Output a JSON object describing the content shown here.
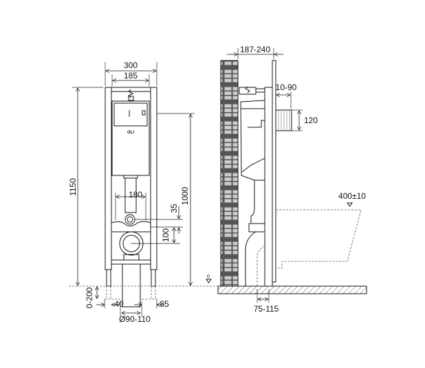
{
  "front_view": {
    "logo": "OLI",
    "dims": {
      "width_outer": "300",
      "width_inner": "185",
      "height_total": "1150",
      "height_flush": "1000",
      "outlet_width": "180",
      "outlet_offset": "35",
      "bolt_offset": "100",
      "leg_adjust": "0-200",
      "leg_left": "40",
      "leg_right": "85",
      "drain_diameter": "Ø90-110"
    }
  },
  "side_view": {
    "floor_level": "0",
    "dims": {
      "depth": "187-240",
      "flange_offset": "10-90",
      "flange_height": "120",
      "seat_height": "400±10",
      "drain_offset": "75-115"
    }
  }
}
